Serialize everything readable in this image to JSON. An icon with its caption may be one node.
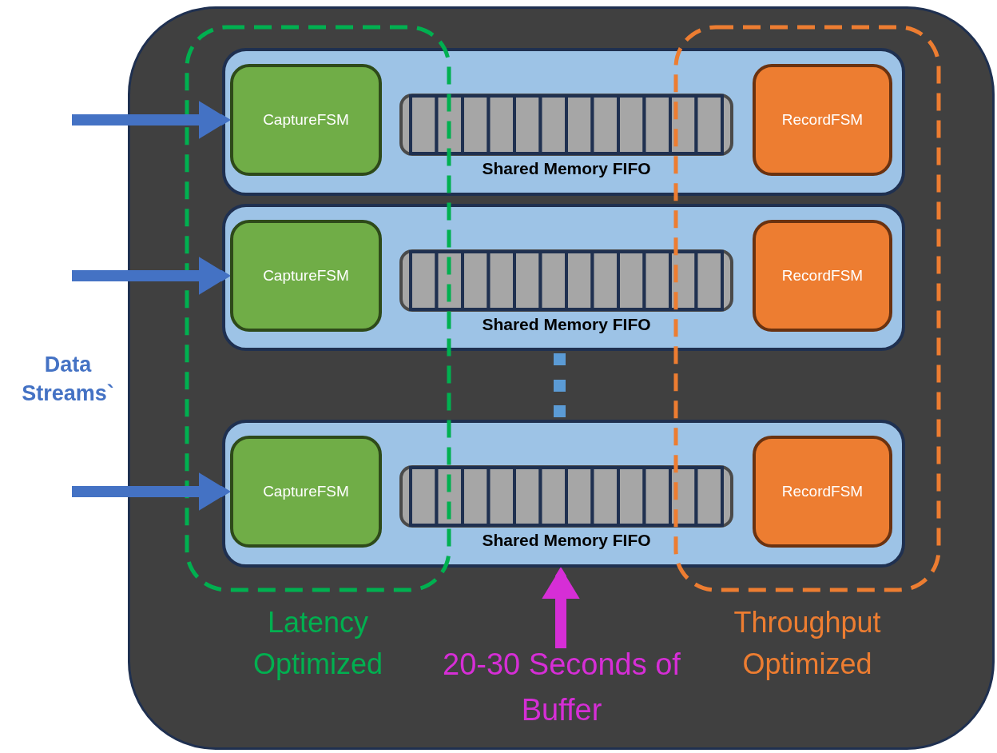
{
  "diagram": {
    "nodes": [
      {
        "text": [],
        "shape": "box"
      },
      {
        "text": [],
        "shape": "box",
        "in": 0
      },
      {
        "text": [
          "CaptureFSM"
        ]
      },
      {
        "text": [
          "Shared Memory FIFO"
        ],
        "in": 1
      },
      {
        "text": [
          "RecordFSM"
        ]
      },
      {
        "text": [],
        "shape": "box",
        "in": 0
      },
      {
        "text": [
          "CaptureFSM"
        ]
      },
      {
        "text": [
          "Shared Memory FIFO"
        ],
        "in": 5
      },
      {
        "text": [
          "RecordFSM"
        ]
      },
      {
        "text": [],
        "shape": "box",
        "in": 0
      },
      {
        "text": [
          "CaptureFSM"
        ]
      },
      {
        "text": [
          "Shared Memory FIFO"
        ],
        "in": 9
      },
      {
        "text": [
          "RecordFSM"
        ]
      },
      {
        "text": [
          "Latency Optimized"
        ],
        "in": 0
      },
      {
        "text": [
          "Throughput Optimized"
        ],
        "in": 0
      },
      {
        "text": [
          "20-30 Seconds of Buffer"
        ],
        "in": 0
      }
    ],
    "edges": [
      {
        "from": null,
        "to": 2,
        "arrow": "to"
      },
      {
        "from": null,
        "to": 6,
        "arrow": "to"
      },
      {
        "from": null,
        "to": 10,
        "arrow": "to"
      },
      {
        "from": 15,
        "to": 9,
        "arrow": "to",
        "color": "#d62ed6"
      }
    ],
    "labels": [
      "Data Streams`"
    ]
  }
}
